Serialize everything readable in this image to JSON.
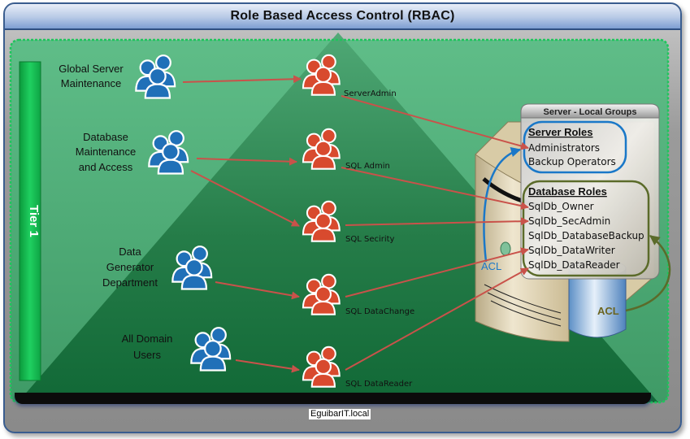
{
  "title": "Role Based Access Control (RBAC)",
  "domain_label": "EguibarIT.local",
  "tier_label": "Tier 1",
  "colors": {
    "user_group": "#2070b8",
    "role_group": "#d84a2e",
    "arrow": "#c9524a",
    "server_roles_outline": "#1a78c8",
    "database_roles_outline": "#5b6b2a",
    "tier_bar": "#14c050",
    "background_green": "#2e8a55"
  },
  "user_groups": [
    {
      "label_lines": [
        "Global Server",
        "Maintenance"
      ],
      "icon": "users-group-icon"
    },
    {
      "label_lines": [
        "Database",
        "Maintenance",
        "and Access"
      ],
      "icon": "users-group-icon"
    },
    {
      "label_lines": [
        "Data",
        "Generator",
        "Department"
      ],
      "icon": "users-group-icon"
    },
    {
      "label_lines": [
        "All Domain",
        "Users"
      ],
      "icon": "users-group-icon"
    }
  ],
  "role_groups": [
    {
      "label": "ServerAdmin",
      "icon": "users-group-icon"
    },
    {
      "label": "SQL Admin",
      "icon": "users-group-icon"
    },
    {
      "label": "SQL Secirity",
      "icon": "users-group-icon"
    },
    {
      "label": "SQL DataChange",
      "icon": "users-group-icon"
    },
    {
      "label": "SQL DataReader",
      "icon": "users-group-icon"
    }
  ],
  "server_panel": {
    "header": "Server - Local Groups",
    "server_roles": {
      "title": "Server Roles",
      "items": [
        "Administrators",
        "Backup Operators"
      ]
    },
    "database_roles": {
      "title": "Database Roles",
      "items": [
        "SqlDb_Owner",
        "SqlDb_SecAdmin",
        "SqlDb_DatabaseBackup",
        "SqlDb_DataWriter",
        "SqlDb_DataReader"
      ]
    }
  },
  "acl_labels": {
    "server": "ACL",
    "database": "ACL"
  },
  "connections": [
    {
      "from": "Global Server Maintenance",
      "to": "ServerAdmin"
    },
    {
      "from": "Database Maintenance and Access",
      "to": "SQL Admin"
    },
    {
      "from": "Database Maintenance and Access",
      "to": "SQL Secirity"
    },
    {
      "from": "Data Generator Department",
      "to": "SQL DataChange"
    },
    {
      "from": "All Domain Users",
      "to": "SQL DataReader"
    },
    {
      "from": "ServerAdmin",
      "to": "Administrators"
    },
    {
      "from": "SQL Admin",
      "to": "SqlDb_Owner"
    },
    {
      "from": "SQL Secirity",
      "to": "SqlDb_SecAdmin"
    },
    {
      "from": "SQL DataChange",
      "to": "SqlDb_DataWriter"
    },
    {
      "from": "SQL DataReader",
      "to": "SqlDb_DataReader"
    }
  ]
}
